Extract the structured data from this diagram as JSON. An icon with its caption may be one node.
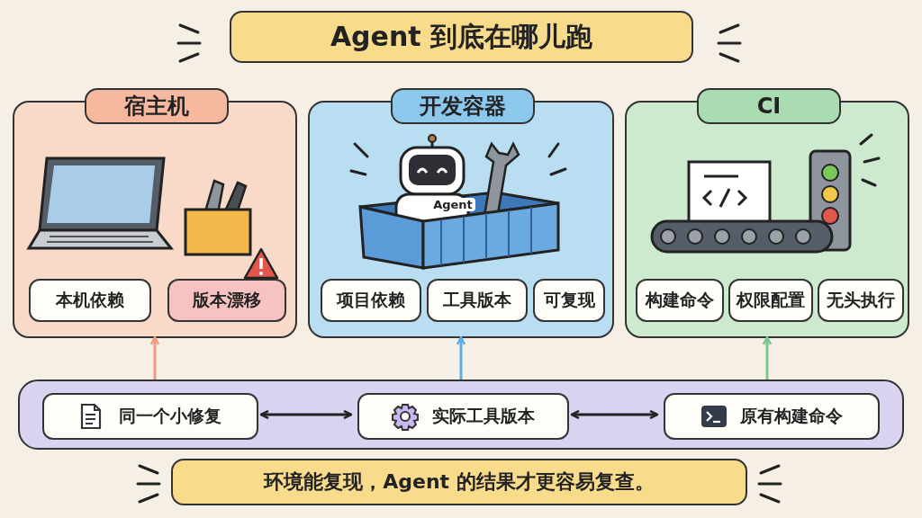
{
  "diagram": {
    "title": "Agent 到底在哪儿跑",
    "caption": "环境能复现，Agent 的结果才更容易复查。",
    "nodes": [
      {
        "text": [
          "宿主机"
        ]
      },
      {
        "text": [
          "本机依赖"
        ],
        "in": 0
      },
      {
        "text": [
          "版本漂移"
        ],
        "in": 0
      },
      {
        "text": [
          "开发容器"
        ]
      },
      {
        "text": [
          "项目依赖"
        ],
        "in": 3
      },
      {
        "text": [
          "工具版本"
        ],
        "in": 3
      },
      {
        "text": [
          "可复现"
        ],
        "in": 3
      },
      {
        "text": [
          "CI"
        ]
      },
      {
        "text": [
          "构建命令"
        ],
        "in": 7
      },
      {
        "text": [
          "权限配置"
        ],
        "in": 7
      },
      {
        "text": [
          "无头执行"
        ],
        "in": 7
      },
      {
        "text": [],
        "shape": "bar"
      },
      {
        "text": [
          "同一个小修复"
        ],
        "in": 11
      },
      {
        "text": [
          "实际工具版本"
        ],
        "in": 11
      },
      {
        "text": [
          "原有构建命令"
        ],
        "in": 11
      }
    ],
    "edges": [
      {
        "from": 11,
        "to": 0,
        "arrow": "to",
        "color": "#ee9a7c"
      },
      {
        "from": 11,
        "to": 3,
        "arrow": "to",
        "color": "#5aaee6"
      },
      {
        "from": 11,
        "to": 7,
        "arrow": "to",
        "color": "#78c88a"
      },
      {
        "from": 12,
        "to": 13,
        "arrow": "both"
      },
      {
        "from": 13,
        "to": 14,
        "arrow": "both"
      }
    ],
    "labels": [
      "Agent"
    ]
  }
}
